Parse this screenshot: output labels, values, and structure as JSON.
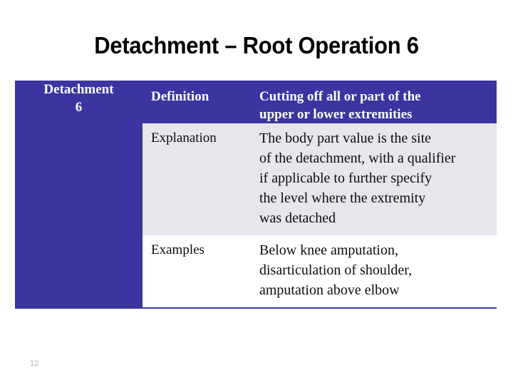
{
  "slide": {
    "title": "Detachment – Root Operation 6",
    "number": "12",
    "colors": {
      "header_blue": "#3A35A0",
      "explanation_bg": "#E6E6EC",
      "examples_bg": "#FFFFFF",
      "title_text": "#000000",
      "slide_number_text": "#B4B4B4"
    }
  },
  "table": {
    "left_column": {
      "line1": "Detachment",
      "line2": "6"
    },
    "rows": [
      {
        "label": "Definition",
        "value_lines": [
          "Cutting off all or part of the",
          "upper or lower extremities"
        ],
        "style": "header"
      },
      {
        "label": "Explanation",
        "value_lines": [
          "The body part value is the site",
          "of the detachment, with a qualifier",
          "if applicable to further specify",
          "the level where the extremity",
          "was detached"
        ],
        "style": "shaded"
      },
      {
        "label": "Examples",
        "value_lines": [
          "Below knee amputation,",
          "disarticulation of shoulder,",
          "amputation above elbow"
        ],
        "style": "plain"
      }
    ]
  }
}
